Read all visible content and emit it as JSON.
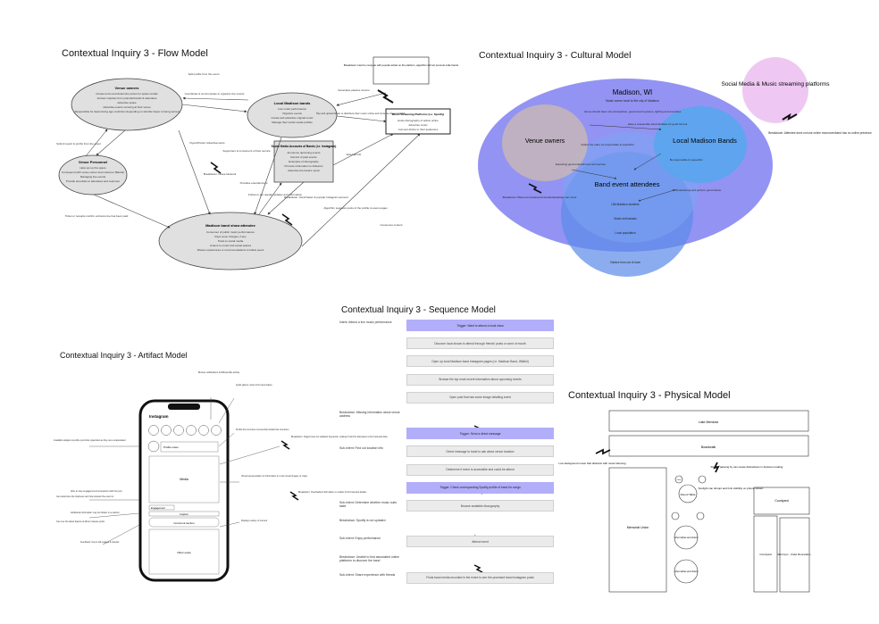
{
  "titles": {
    "flow": "Contextual Inquiry 3 - Flow Model",
    "cultural": "Contextual Inquiry 3 - Cultural Model",
    "sequence": "Contextual Inquiry 3 - Sequence Model",
    "artifact": "Contextual Inquiry 3 - Artifact Model",
    "physical": "Contextual Inquiry 3 - Physical Model"
  },
  "flow": {
    "venue_owners": "Venue owners",
    "venue_personnel": "Venue Personnel",
    "local_bands": "Local Madison bands",
    "social_media": "Social Media Accounts of Bands (i.e. Instagram)",
    "streaming": "Music Streaming Platforms (i.e. Spotify)",
    "attendee": "Madison band show attendee",
    "split_profits": "Split profits from the event",
    "coordinate": "Coordinate & communicate to organize live events",
    "submit_report": "Submit report & profits from the event",
    "tickets": "Ticket or receipts confirm entrance fee has been paid",
    "flyers": "Flyers/Poster Advertisements",
    "supporters": "Supporters & consumers of their service",
    "provides_ent": "Provides entertainment",
    "follow": "Follow to get regular updates and information",
    "generates_income": "Generates passive income",
    "pay_upload": "Pay and upload faster to distribute their music online and increase discoverability",
    "external_link": "External link",
    "consumes": "Consumes content",
    "breakdown1": "Breakdown: Hard to compete with popular artists on the platform, algorithm will not promote indie bands",
    "breakdown2": "Breakdown: Notes-Network",
    "breakdown3": "Breakdown: Scroll faster & popular Instagram account",
    "algorithm": "Algorithm suggests posts of the profile to users pages"
  },
  "cultural": {
    "madison": "Madison, WI",
    "madison_sub": "Music scene local to the city of Madison",
    "venue_owners": "Venue owners",
    "local_bands": "Local Madison Bands",
    "attendees": "Band event attendees",
    "social": "Social Media & Music streaming platforms",
    "social_breakdown": "Breakdown: Attendee does not use online resources/band has no online presence",
    "venue_should": "Venue should have nice atmosphere, good sound systems, lighting and amenities",
    "reasonable": "Have a reasonable sized fanbase for good turnout",
    "follow_rules": "Follow the rules, be responsible & respectful",
    "expecting": "Expecting good entertainment and service",
    "be_responsible": "Be responsible & respectful",
    "be_entertaining": "Be entertaining and perform good shows",
    "uw_students": "UW-Madison students",
    "music_enthusiasts": "Music enthusiasts",
    "local_population": "Local population",
    "visitors": "Visitors from out of town",
    "breakdown": "Breakdown: Miscommunications/misunderstandings can occur"
  },
  "sequence": {
    "rows": [
      {
        "kind": "trig",
        "bar": "Trigger: Want to attend a local show",
        "side": "Intent: Attend a live music performance"
      },
      {
        "kind": "step",
        "bar": "Discover local shows to attend through friends' posts or word of mouth",
        "side": ""
      },
      {
        "kind": "step",
        "bar": "Open up local Madison band Instagram pages (i.e. Madison Band, Wildful)",
        "side": ""
      },
      {
        "kind": "step",
        "bar": "Browse the top most recent information about upcoming events",
        "side": ""
      },
      {
        "kind": "step",
        "bar": "Open post that has some image detailing event",
        "side": ""
      },
      {
        "kind": "break",
        "bar": "",
        "side": "Breakdown: Missing information about venue address"
      },
      {
        "kind": "trig",
        "bar": "Trigger: Send a direct message",
        "side": ""
      },
      {
        "kind": "step",
        "bar": "Direct message to band to ask about venue location",
        "side": "Sub-Intent: Find out location info"
      },
      {
        "kind": "step",
        "bar": "Determine if event is accessible and could be attend",
        "side": ""
      },
      {
        "kind": "trig",
        "bar": "Trigger: Check corresponding Spotify profile of band for songs",
        "side": ""
      },
      {
        "kind": "step",
        "bar": "Browse available discography",
        "side": "Sub-Intent: Determine whether music suits taste"
      },
      {
        "kind": "break",
        "bar": "",
        "side": "Breakdown: Spotify is not updated"
      },
      {
        "kind": "step",
        "bar": "Attend event",
        "side": "Sub-Intent: Enjoy performance"
      },
      {
        "kind": "break",
        "bar": "",
        "side": "Breakdown: Unable to find associated online platforms to discover the band"
      },
      {
        "kind": "step",
        "bar": "Finds band media recorded in the event to see the promised band Instagram posts",
        "side": "Sub-Intent: Share experience with friends"
      }
    ]
  },
  "artifact": {
    "app": "Instagram",
    "profile_notes": "Profile notes",
    "media": "Media",
    "engagement": "Engagement",
    "caption": "Caption",
    "comment": "Comment section",
    "other_posts": "Other posts",
    "notes": [
      "Browse notifications & DMs/profile activity",
      "Quick glance notes from band status",
      "Available widgets & profile post links organized as they are encapsulated",
      "Profile bio overview of ensemble details like members",
      "Breakdown: Pages have not updated frequently, making it hard for attendees to find relevant data",
      "Visual representation of information in a few visual images or video",
      "Breakdown: Overloaded information or unable to find relevant details",
      "Can determine the liveliness and how popular the event is",
      "Can see the latest feature & album release posts",
      "Able to view engagement & interaction with the post",
      "Additional information may be hidden in a caption",
      "Feedback: Users will engage & interact",
      "Displays variety of content"
    ]
  },
  "physical": {
    "lake": "Lake Mendota",
    "boardwalk": "Boardwalk",
    "memorial": "Memorial Union",
    "courtyard": "Courtyard",
    "courtyard2": "Courtyard",
    "red_gym": "Red Gym - Under Renovation",
    "round_table": "Round Table",
    "other_tables1": "other tables and chairs",
    "other_tables2": "other tables and chairs",
    "chair": "Chair",
    "low_music": "Low background music that distracts with music listening",
    "people_passing": "People passing by can cause distractions in decision-making",
    "sunlight": "Sunlight can disrupt and limit visibility on phone screen"
  }
}
